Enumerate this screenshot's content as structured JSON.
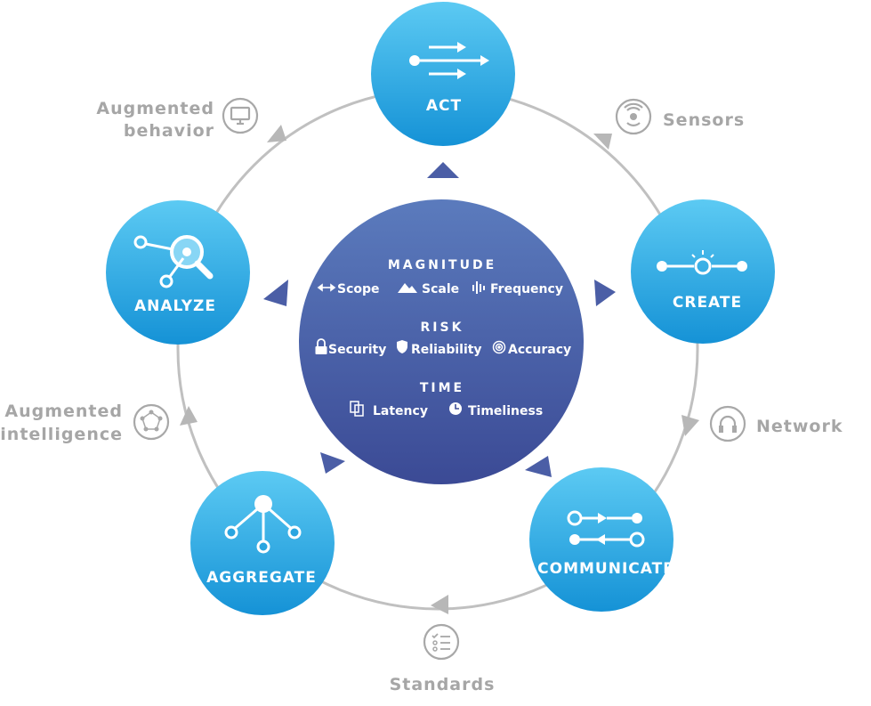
{
  "nodes": {
    "act": "ACT",
    "create": "CREATE",
    "communicate": "COMMUNICATE",
    "aggregate": "AGGREGATE",
    "analyze": "ANALYZE"
  },
  "ring_labels": {
    "sensors": "Sensors",
    "network": "Network",
    "standards": "Standards",
    "augmented_intelligence": [
      "Augmented",
      "intelligence"
    ],
    "augmented_behavior": [
      "Augmented",
      "behavior"
    ]
  },
  "center": {
    "magnitude": {
      "heading": "MAGNITUDE",
      "items": [
        "Scope",
        "Scale",
        "Frequency"
      ]
    },
    "risk": {
      "heading": "RISK",
      "items": [
        "Security",
        "Reliability",
        "Accuracy"
      ]
    },
    "time": {
      "heading": "TIME",
      "items": [
        "Latency",
        "Timeliness"
      ]
    }
  },
  "colors": {
    "node_top": "#57c6f1",
    "node_bottom": "#1796d8",
    "center_top": "#5b79bb",
    "center_bottom": "#3d4d97",
    "ring": "#bdbdbd",
    "label_gray": "#a6a6a6",
    "triangle": "#4a5ea6"
  },
  "icons": {
    "act": "arrows-icon",
    "create": "bulb-line-icon",
    "communicate": "exchange-icon",
    "aggregate": "hub-icon",
    "analyze": "magnifier-icon",
    "sensors": "sensor-icon",
    "network": "network-icon",
    "standards": "checklist-icon",
    "augmented_intelligence": "pentagon-network-icon",
    "augmented_behavior": "monitor-icon"
  }
}
